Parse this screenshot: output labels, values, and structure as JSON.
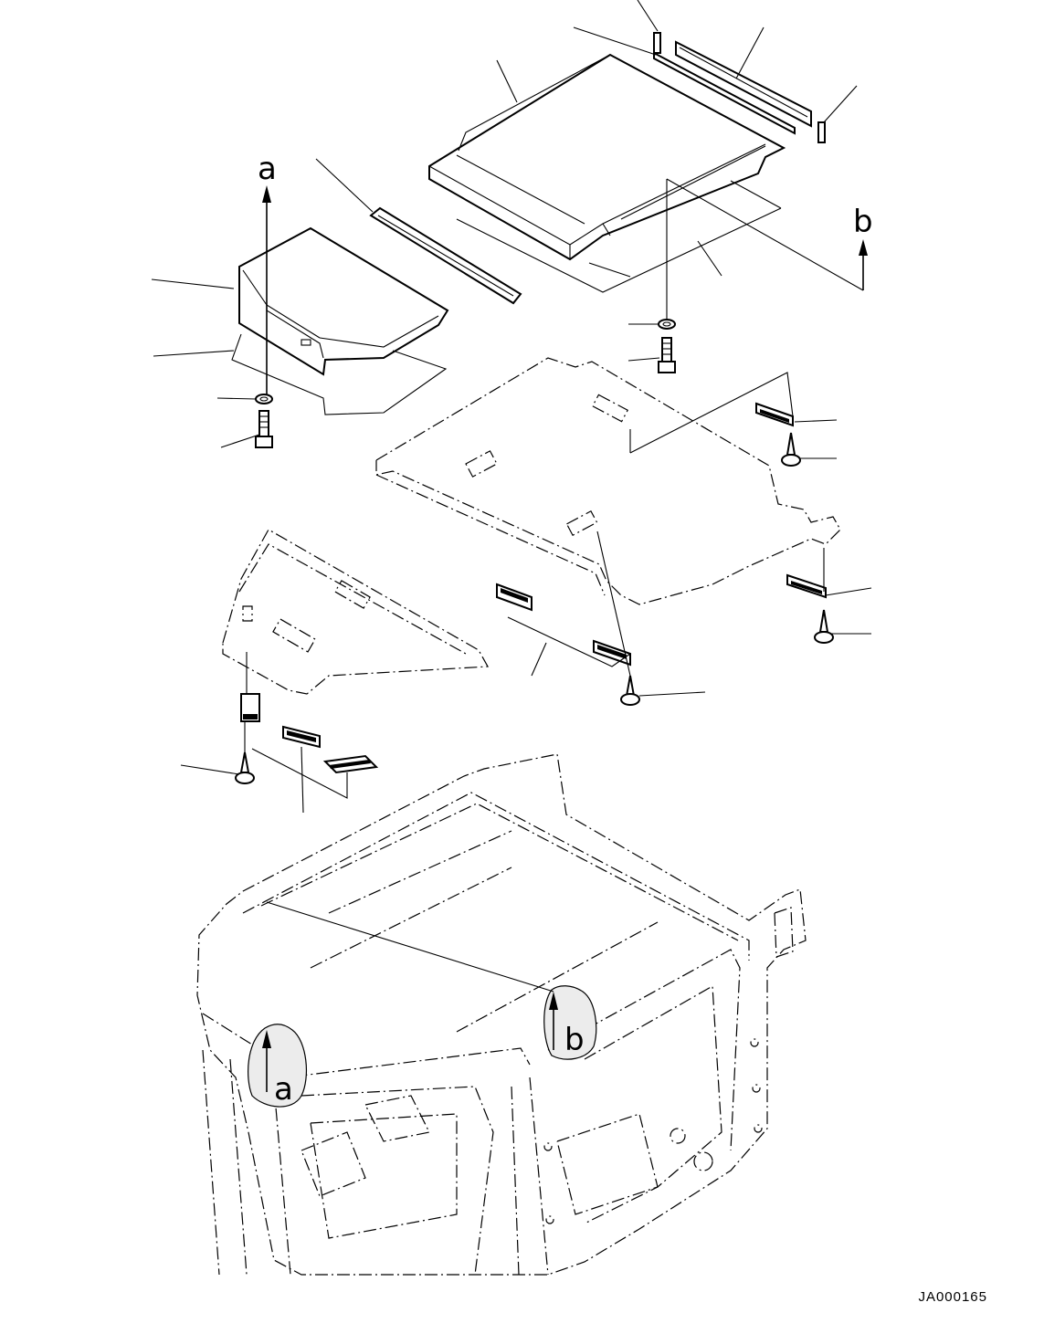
{
  "reference_letters": {
    "a": "a",
    "b": "b"
  },
  "drawing_code": "JA000165"
}
